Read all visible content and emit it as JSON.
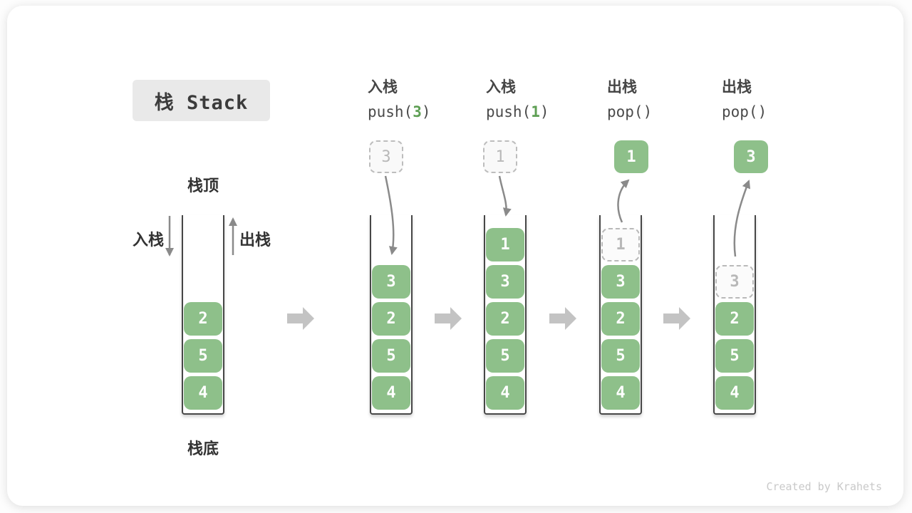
{
  "title": "栈 Stack",
  "watermark": "Created by Krahets",
  "labels": {
    "stack_top": "栈顶",
    "stack_bottom": "栈底",
    "push": "入栈",
    "pop": "出栈"
  },
  "operations": [
    {
      "name": "入栈",
      "fn": "push(",
      "arg": "3",
      "close": ")"
    },
    {
      "name": "入栈",
      "fn": "push(",
      "arg": "1",
      "close": ")"
    },
    {
      "name": "出栈",
      "fn": "pop(",
      "arg": "",
      "close": ")"
    },
    {
      "name": "出栈",
      "fn": "pop(",
      "arg": "",
      "close": ")"
    }
  ],
  "panels": [
    {
      "items": [
        "2",
        "5",
        "4"
      ]
    },
    {
      "incoming": "3",
      "items": [
        "3",
        "2",
        "5",
        "4"
      ]
    },
    {
      "incoming": "1",
      "items": [
        "1",
        "3",
        "2",
        "5",
        "4"
      ]
    },
    {
      "outgoing": "1",
      "ghost": "1",
      "items": [
        "3",
        "2",
        "5",
        "4"
      ]
    },
    {
      "outgoing": "3",
      "ghost": "3",
      "items": [
        "2",
        "5",
        "4"
      ]
    }
  ],
  "colors": {
    "element_green": "#8ec08a",
    "code_arg_green": "#5e9f54",
    "arrow_gray": "#8a8a8a",
    "block_arrow_gray": "#c3c3c3",
    "title_bg": "#e9e9e9",
    "ghost_border_gray": "#b9b9b9",
    "text_dark": "#3c3c3c",
    "watermark_gray": "#c9c9c9"
  }
}
